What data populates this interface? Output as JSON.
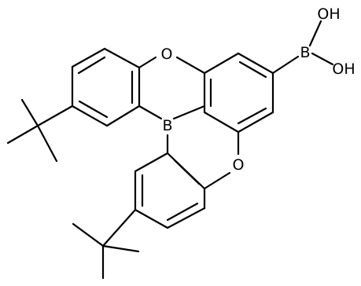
{
  "molecule": {
    "atom_labels": {
      "oxygen_top": "O",
      "oxygen_bottom": "O",
      "boron_core": "B",
      "boron_acid": "B",
      "hydroxyl_upper": "OH",
      "hydroxyl_lower": "OH"
    },
    "colors": {
      "bond": "#000000",
      "text": "#000000",
      "background": "#ffffff"
    }
  }
}
